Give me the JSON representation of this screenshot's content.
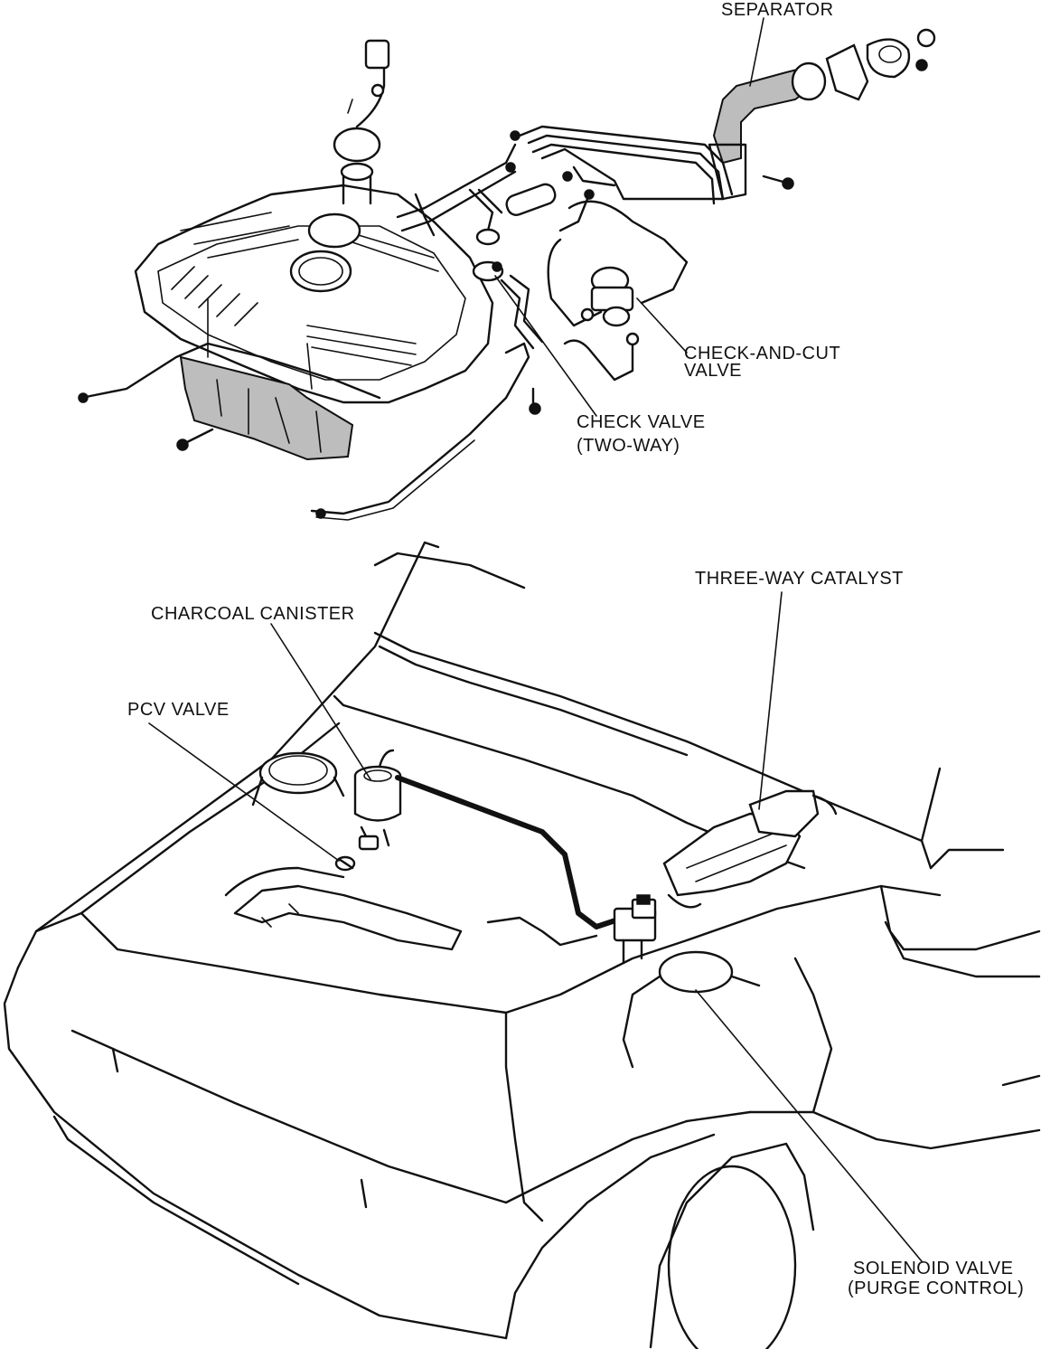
{
  "labels": {
    "separator": "SEPARATOR",
    "check_and_cut_valve_line1": "CHECK-AND-CUT",
    "check_and_cut_valve_line2": "VALVE",
    "check_valve_line1": "CHECK VALVE",
    "check_valve_line2": "(TWO-WAY)",
    "charcoal_canister": "CHARCOAL CANISTER",
    "three_way_catalyst": "THREE-WAY CATALYST",
    "pcv_valve": "PCV VALVE",
    "solenoid_valve_line1": "SOLENOID VALVE",
    "solenoid_valve_line2": "(PURGE CONTROL)"
  }
}
